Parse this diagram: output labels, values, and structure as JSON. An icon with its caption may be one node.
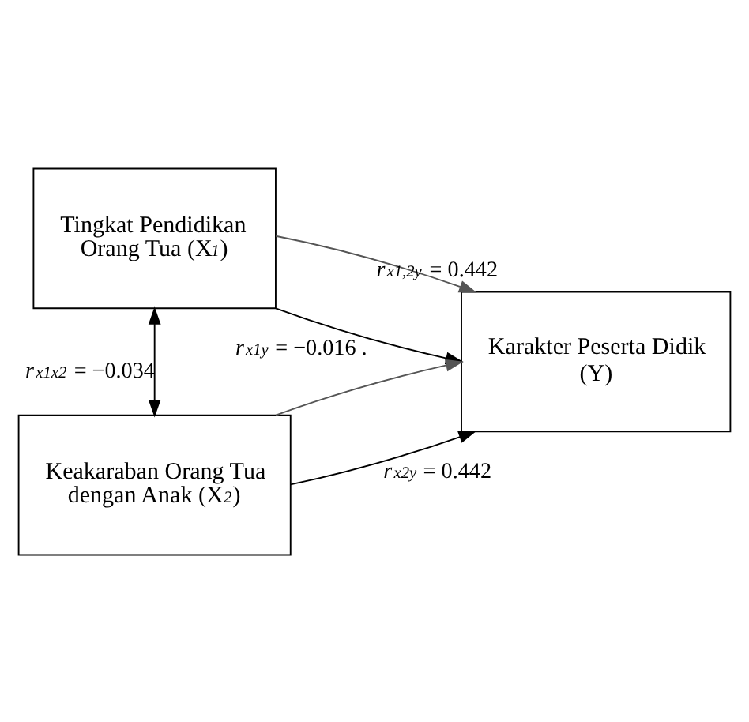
{
  "diagram": {
    "nodes": [
      {
        "text": [
          "Tingkat Pendidikan Orang Tua (X$_{1}$)"
        ]
      },
      {
        "text": [
          "Keakaraban Orang Tua dengan Anak (X$_{2}$)"
        ]
      },
      {
        "text": [
          "Karakter Peserta Didik (Y)"
        ]
      }
    ],
    "edges": [
      {
        "from": 0,
        "to": 2,
        "arrow": "to",
        "label": "*r*$_{x1y}$ = −0.016 ."
      },
      {
        "from": 1,
        "to": 2,
        "arrow": "to",
        "label": "*r*$_{x2y}$ = 0.442"
      },
      {
        "from": 0,
        "to": 1,
        "arrow": "both",
        "label": "*r*$_{x1x2}$ = −0.034"
      },
      {
        "from": 0,
        "to": 2,
        "arrow": "to",
        "label": "*r*$_{x1,2y}$ = 0.442",
        "color": "#555555"
      },
      {
        "from": 1,
        "to": 2,
        "arrow": "to",
        "color": "#555555"
      }
    ]
  }
}
